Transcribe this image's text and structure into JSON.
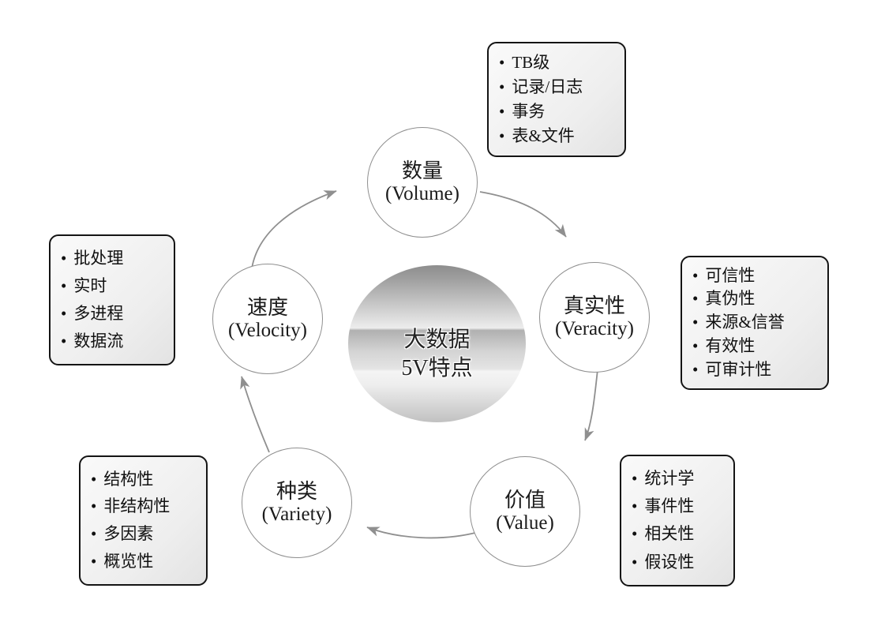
{
  "center": {
    "line1": "大数据",
    "line2": "5V特点"
  },
  "bullet": "•",
  "nodes": [
    {
      "id": "volume",
      "label_zh": "数量",
      "label_en": "(Volume)",
      "items": [
        "TB级",
        "记录/日志",
        "事务",
        "表&文件"
      ]
    },
    {
      "id": "veracity",
      "label_zh": "真实性",
      "label_en": "(Veracity)",
      "items": [
        "可信性",
        "真伪性",
        "来源&信誉",
        "有效性",
        "可审计性"
      ]
    },
    {
      "id": "value",
      "label_zh": "价值",
      "label_en": "(Value)",
      "items": [
        "统计学",
        "事件性",
        "相关性",
        "假设性"
      ]
    },
    {
      "id": "variety",
      "label_zh": "种类",
      "label_en": "(Variety)",
      "items": [
        "结构性",
        "非结构性",
        "多因素",
        "概览性"
      ]
    },
    {
      "id": "velocity",
      "label_zh": "速度",
      "label_en": "(Velocity)",
      "items": [
        "批处理",
        "实时",
        "多进程",
        "数据流"
      ]
    }
  ],
  "flow": [
    {
      "from": "velocity",
      "to": "volume"
    },
    {
      "from": "volume",
      "to": "veracity"
    },
    {
      "from": "veracity",
      "to": "value"
    },
    {
      "from": "value",
      "to": "variety"
    },
    {
      "from": "variety",
      "to": "velocity"
    }
  ],
  "colors": {
    "arrow": "#8f8f8f",
    "circle_border": "#8f8f8f",
    "box_border": "#141414"
  }
}
